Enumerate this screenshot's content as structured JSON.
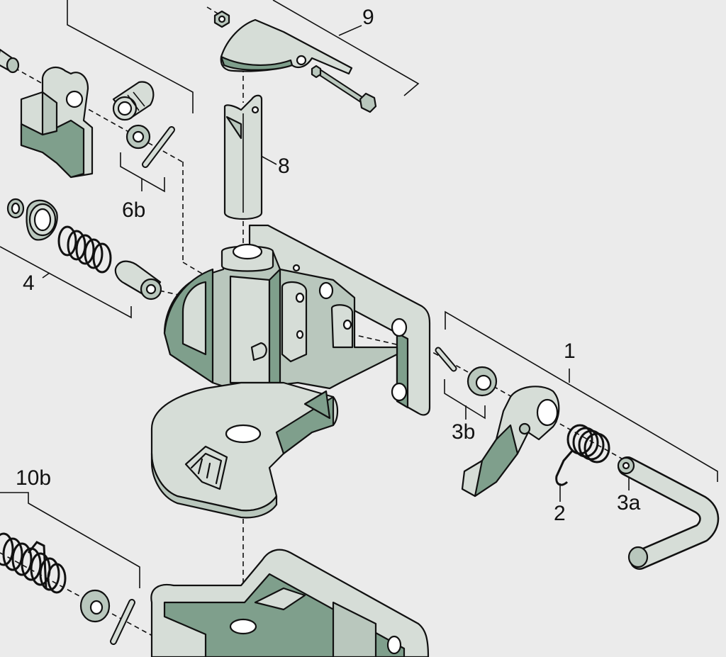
{
  "callouts": {
    "c9": "9",
    "c8": "8",
    "c6b": "6b",
    "c4": "4",
    "c1": "1",
    "c3b": "3b",
    "c2": "2",
    "c3a": "3a",
    "c10b": "10b"
  },
  "colors": {
    "background": "#ebebeb",
    "part_light": "#d6ddd7",
    "part_medium": "#b9c7bd",
    "part_dark": "#7f9f8c",
    "line": "#111111"
  }
}
